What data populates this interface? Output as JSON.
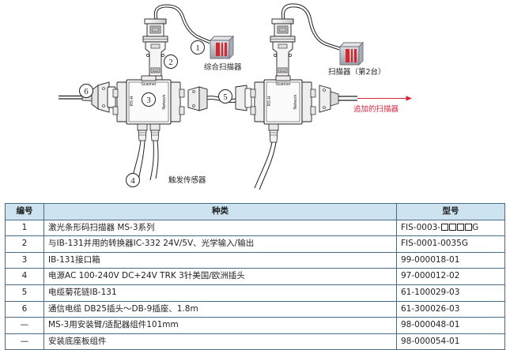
{
  "diagram": {
    "labels": {
      "integrated_scanner": "综合扫描器",
      "second_scanner": "扫描器（第2台）",
      "additional_scanner": "追加的扫描器",
      "trigger_sensor": "触发传感器"
    },
    "callouts": [
      "①",
      "②",
      "③",
      "④",
      "⑤",
      "⑥"
    ],
    "callout_values": {
      "c1": "1",
      "c2": "2",
      "c3": "3",
      "c4": "4",
      "c5": "5",
      "c6": "6"
    },
    "device_port_labels": {
      "scanner": "Scanner",
      "rsh": "RS-H",
      "network": "Network"
    },
    "colors": {
      "accent_red": "#d3273e",
      "line": "#231f20",
      "device_fill": "#f2f2f2"
    }
  },
  "table": {
    "headers": [
      "编号",
      "种类",
      "型号"
    ],
    "rows": [
      {
        "no": "1",
        "kind": "激光条形码扫描器 MS-3系列",
        "model": "FIS-0003-",
        "model_suffix": "G",
        "model_boxes": 4
      },
      {
        "no": "2",
        "kind": "与IB-131并用的转换器IC-332 24V/5V、光学输入/输出",
        "model": "FIS-0001-0035G",
        "model_suffix": "",
        "model_boxes": 0
      },
      {
        "no": "3",
        "kind": "IB-131接口箱",
        "model": "99-000018-01",
        "model_suffix": "",
        "model_boxes": 0
      },
      {
        "no": "4",
        "kind": "电源AC 100-240V DC+24V TRK 3针美国/欧洲插头",
        "model": "97-000012-02",
        "model_suffix": "",
        "model_boxes": 0
      },
      {
        "no": "5",
        "kind": "电缆菊花链IB-131",
        "model": "61-100029-03",
        "model_suffix": "",
        "model_boxes": 0
      },
      {
        "no": "6",
        "kind": "通信电缆 DB25插头～DB-9插座、1.8m",
        "model": "61-300026-03",
        "model_suffix": "",
        "model_boxes": 0
      },
      {
        "no": "—",
        "kind": "MS-3用安装臂/适配器组件101mm",
        "model": "98-000048-01",
        "model_suffix": "",
        "model_boxes": 0
      },
      {
        "no": "—",
        "kind": "安装底座板组件",
        "model": "98-000054-01",
        "model_suffix": "",
        "model_boxes": 0
      }
    ]
  }
}
